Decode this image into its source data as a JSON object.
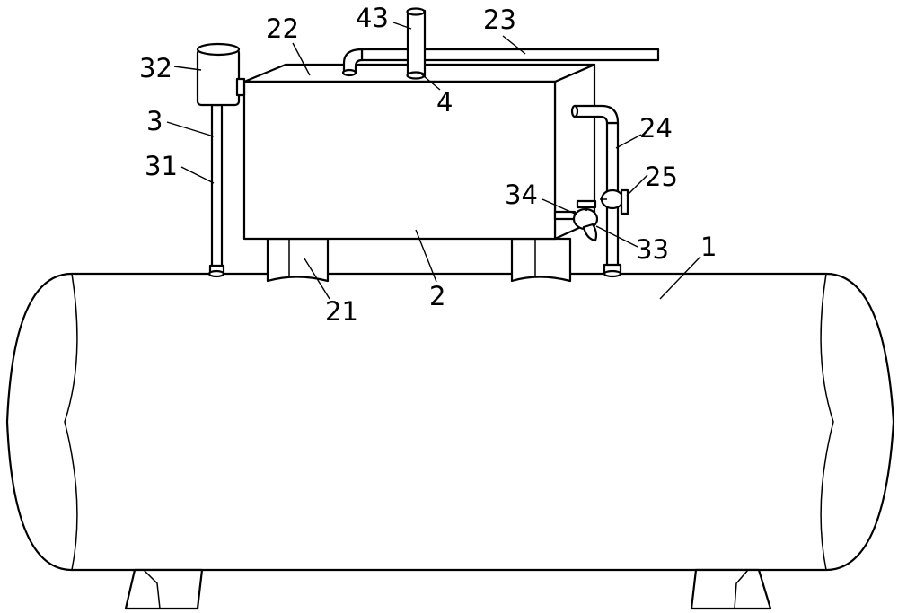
{
  "labels": {
    "l1": "1",
    "l2": "2",
    "l3": "3",
    "l4": "4",
    "l21": "21",
    "l22": "22",
    "l23": "23",
    "l24": "24",
    "l25": "25",
    "l31": "31",
    "l32": "32",
    "l33": "33",
    "l34": "34",
    "l43": "43"
  }
}
